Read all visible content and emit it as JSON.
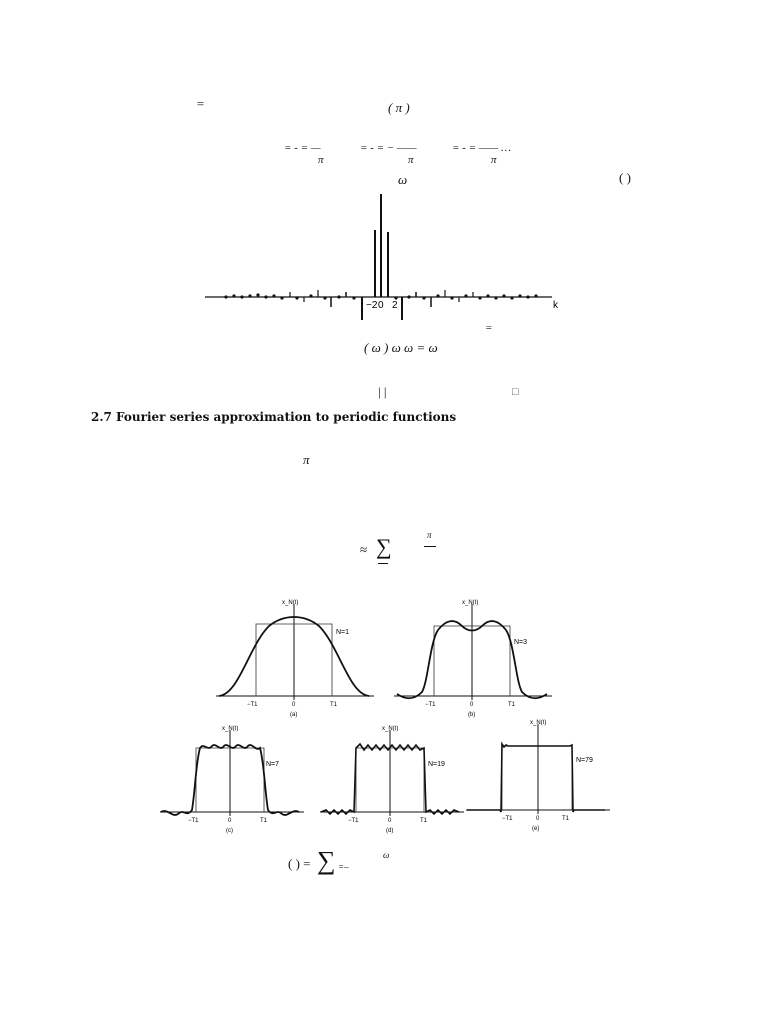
{
  "section": {
    "heading": "2.7 Fourier series approximation to periodic functions"
  },
  "equation_fragments": {
    "eq1_equals": "=",
    "eq1_paren": "( π      )",
    "eq2_a": "=  -  = —",
    "eq2_a_den": "π",
    "eq2_b": "=  -  = − ——",
    "eq2_b_den": "π",
    "eq2_c": "=  -  = ——   …",
    "eq2_c_den": "π",
    "eq3_omega": "ω",
    "eq3_tag": "( )",
    "eq4_equals": "=",
    "eq4_body": "(      ω   )   ω       ω =   ω",
    "eq5_bars": "|   |",
    "eq5_box": "□",
    "eq6_pi": "π",
    "eq7_approx": "≈",
    "eq7_sigma": "∑",
    "eq7_pi": "π",
    "eq8_lhs": "( ) =",
    "eq8_sigma": "∑",
    "eq8_sub": "=–",
    "eq8_omega": "ω"
  },
  "spectrum_plot": {
    "axis_label": "k",
    "tick_labels": [
      "−2",
      "0",
      "2"
    ]
  },
  "fourier_panels": [
    {
      "y_label": "x_N(t)",
      "n_label": "N=1",
      "x_ticks": [
        "−T1",
        "0",
        "T1"
      ],
      "caption": "(a)"
    },
    {
      "y_label": "x_N(t)",
      "n_label": "N=3",
      "x_ticks": [
        "−T1",
        "0",
        "T1"
      ],
      "caption": "(b)"
    },
    {
      "y_label": "x_N(t)",
      "n_label": "N=7",
      "x_ticks": [
        "−T1",
        "0",
        "T1"
      ],
      "caption": "(c)"
    },
    {
      "y_label": "x_N(t)",
      "n_label": "N=19",
      "x_ticks": [
        "−T1",
        "0",
        "T1"
      ],
      "caption": "(d)"
    },
    {
      "y_label": "x_N(t)",
      "n_label": "N=79",
      "x_ticks": [
        "−T1",
        "0",
        "T1"
      ],
      "caption": "(e)"
    }
  ]
}
